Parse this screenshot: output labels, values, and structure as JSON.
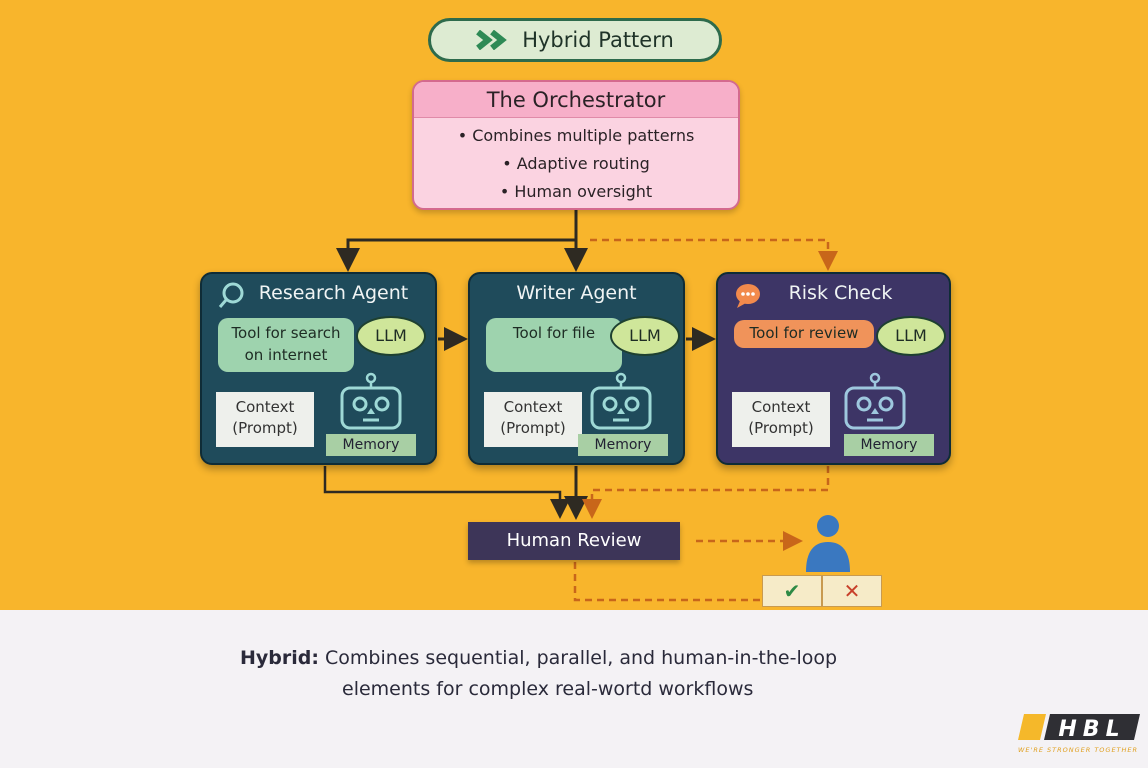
{
  "header": {
    "title": "Hybrid Pattern",
    "icon": "double-chevron-icon"
  },
  "orchestrator": {
    "title": "The Orchestrator",
    "bullets": [
      "• Combines multiple patterns",
      "• Adaptive routing",
      "• Human oversight"
    ]
  },
  "agents": [
    {
      "title": "Research Agent",
      "icon": "search-icon",
      "tool_line1": "Tool for search",
      "tool_line2": "on internet",
      "llm": "LLM",
      "context_line1": "Context",
      "context_line2": "(Prompt)",
      "memory": "Memory"
    },
    {
      "title": "Writer Agent",
      "tool_line1": "Tool for file",
      "tool_line2": "",
      "llm": "LLM",
      "context_line1": "Context",
      "context_line2": "(Prompt)",
      "memory": "Memory"
    },
    {
      "title": "Risk Check",
      "icon": "chat-bubble-icon",
      "tool_line1": "Tool for review",
      "tool_line2": "",
      "llm": "LLM",
      "context_line1": "Context",
      "context_line2": "(Prompt)",
      "memory": "Memory"
    }
  ],
  "human_review": {
    "label": "Human Review",
    "approve": "✔",
    "reject": "✕"
  },
  "caption": {
    "label": "Hybrid:",
    "line1": "Combines sequential, parallel, and human-in-the-loop",
    "line2": "elements for complex real-wortd workflows"
  },
  "logo": {
    "text": "HBL",
    "tagline": "WE'RE STRONGER TOGETHER"
  },
  "colors": {
    "background": "#F8B52C",
    "agent_teal": "#1F4B5B",
    "agent_purple": "#3D3566",
    "orchestrator": "#FBD3E1",
    "dashed_arrow": "#C8661A"
  }
}
